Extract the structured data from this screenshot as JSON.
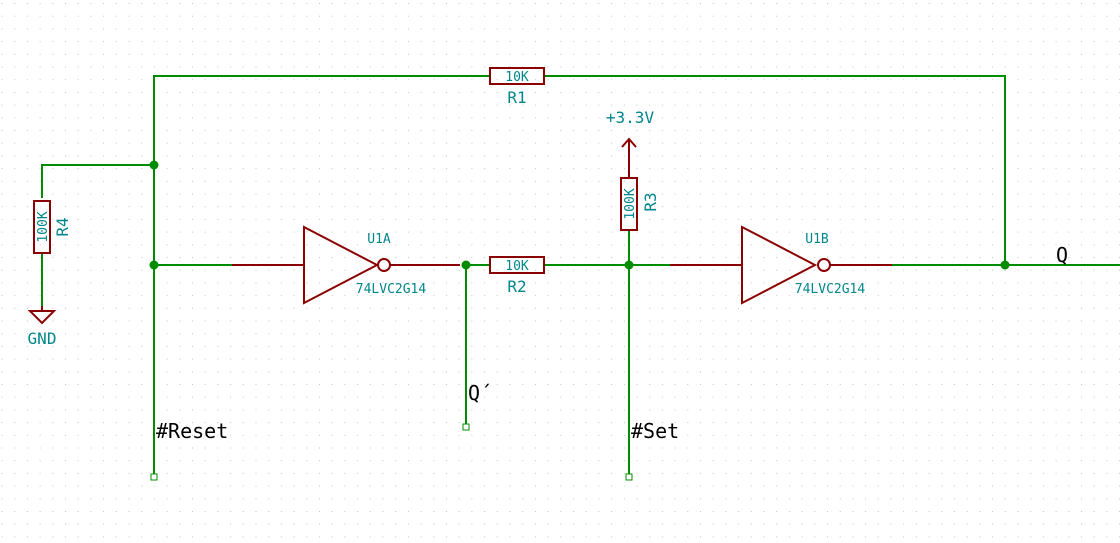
{
  "colors": {
    "background": "#ffffff",
    "grid_dots": "#c4c4c4",
    "wire": "#008c00",
    "component": "#8b0000",
    "text": "#00868b"
  },
  "components": {
    "R1": {
      "ref": "R1",
      "value": "10K"
    },
    "R2": {
      "ref": "R2",
      "value": "10K"
    },
    "R3": {
      "ref": "R3",
      "value": "100K"
    },
    "R4": {
      "ref": "R4",
      "value": "100K"
    },
    "U1A": {
      "ref": "U1A",
      "value": "74LVC2G14"
    },
    "U1B": {
      "ref": "U1B",
      "value": "74LVC2G14"
    }
  },
  "power": {
    "supply": "+3.3V",
    "ground": "GND"
  },
  "nets": {
    "reset": "#Reset",
    "set": "#Set",
    "q": "Q",
    "q_bar": "Q´"
  }
}
